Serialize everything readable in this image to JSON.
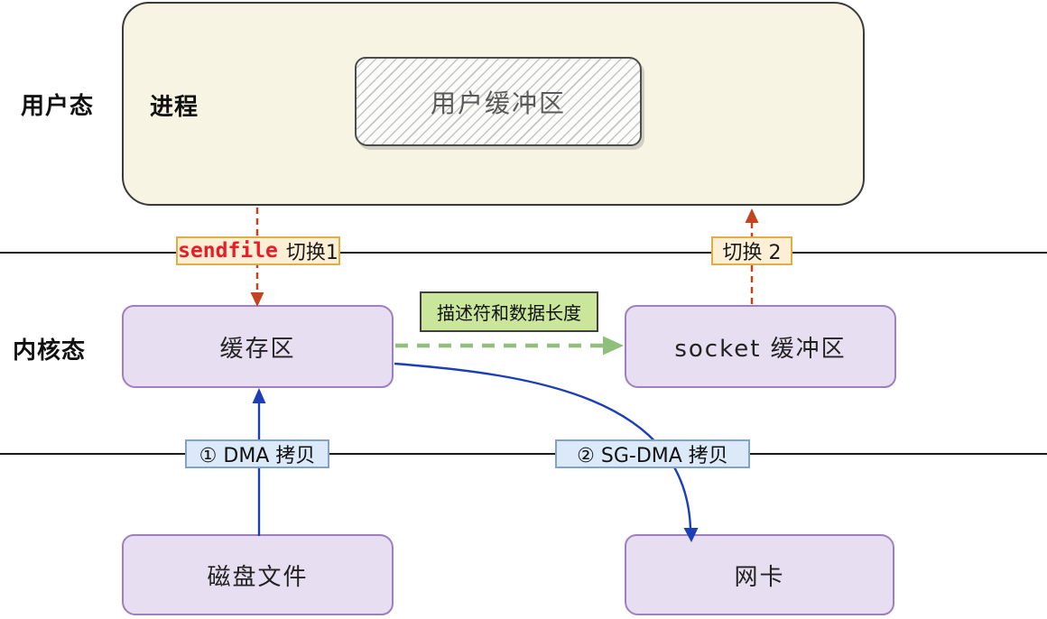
{
  "diagram": {
    "user_mode": "用户态",
    "kernel_mode": "内核态",
    "process": "进程",
    "user_buffer": "用户缓冲区",
    "kernel_buffer": "缓存区",
    "socket_buffer": "socket 缓冲区",
    "disk_file": "磁盘文件",
    "nic": "网卡",
    "switch1_keyword": "sendfile",
    "switch1_rest": "切换1",
    "switch2": "切换 2",
    "descriptor": "描述符和数据长度",
    "dma_copy": "① DMA 拷贝",
    "sg_dma_copy": "② SG-DMA 拷贝"
  },
  "colors": {
    "process_fill": "#f7f4e4",
    "process_border": "#3a3a3a",
    "purple_fill": "#e8def1",
    "purple_border": "#9f7fbe",
    "green_label_fill": "#c9e69b",
    "green_label_border": "#404040",
    "blue_label_fill": "#dbe9f8",
    "blue_label_border": "#7fa3cc",
    "orange_label_fill": "#fdeed6",
    "orange_label_border": "#e0ae45",
    "arrow_switch_orange": "#c1441e",
    "arrow_copy_blue": "#1c3fb8",
    "arrow_descriptor_green": "#8fbe7d",
    "sendfile_red": "#ea1c25",
    "boundary_line": "#1a1a1a"
  }
}
